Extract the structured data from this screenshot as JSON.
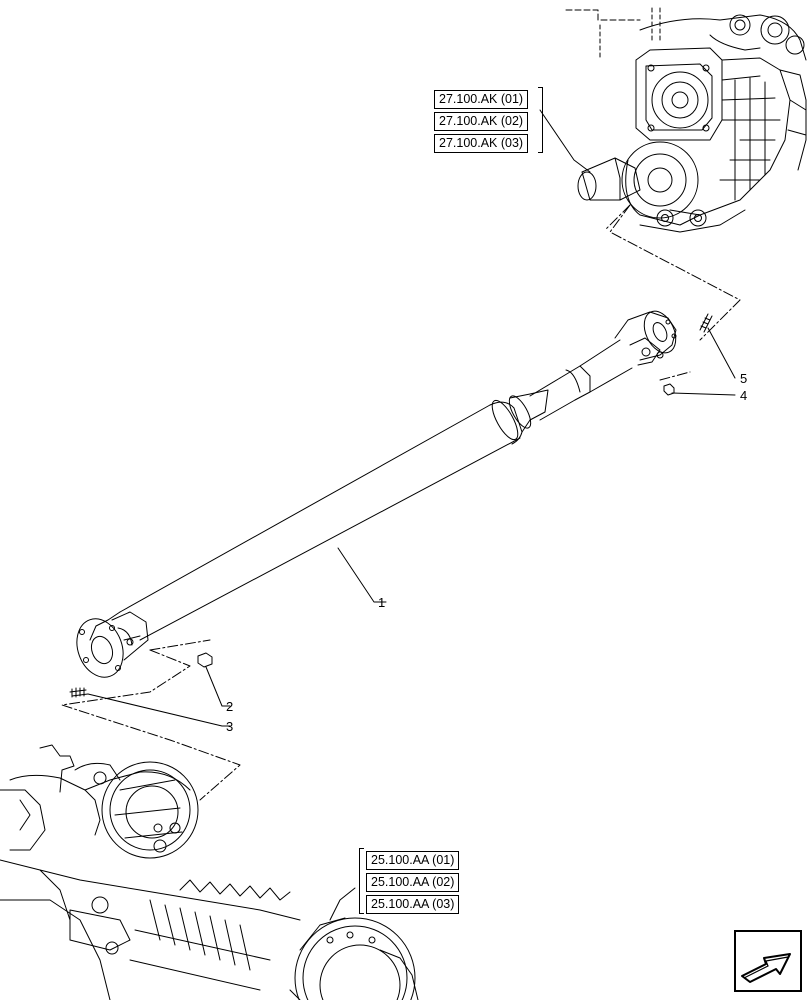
{
  "references": {
    "gearbox": [
      "27.100.AK (01)",
      "27.100.AK (02)",
      "27.100.AK (03)"
    ],
    "front_axle": [
      "25.100.AA (01)",
      "25.100.AA (02)",
      "25.100.AA (03)"
    ]
  },
  "callouts": {
    "item_1": "1",
    "item_2": "2",
    "item_3": "3",
    "item_4": "4",
    "item_5": "5"
  },
  "icons": {
    "next_page": "arrow-next-icon"
  }
}
